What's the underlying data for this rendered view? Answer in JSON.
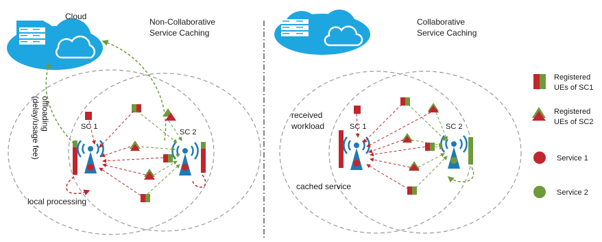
{
  "left_panel": {
    "cloud_label": "Cloud",
    "title_line1": "Non-Collaborative",
    "title_line2": "Service Caching",
    "offloading_line1": "offloading",
    "offloading_line2": "(delay/usage fee)",
    "sc1_label": "SC 1",
    "sc2_label": "SC 2",
    "local_processing": "local processing"
  },
  "right_panel": {
    "title_line1": "Collaborative",
    "title_line2": "Service Caching",
    "received_line1": "received",
    "received_line2": "workload",
    "sc1_label": "SC 1",
    "sc2_label": "SC 2",
    "cached_service": "cached service"
  },
  "legend": {
    "ues_sc1_line1": "Registered",
    "ues_sc1_line2": "UEs of SC1",
    "ues_sc2_line1": "Registered",
    "ues_sc2_line2": "UEs of SC2",
    "service1": "Service 1",
    "service2": "Service 2"
  },
  "colors": {
    "red": "#c0262d",
    "green": "#6e9a3b",
    "blue": "#1d7ab5",
    "cloud": "#1ea6e0",
    "circle_gray": "#9a9a9a"
  }
}
